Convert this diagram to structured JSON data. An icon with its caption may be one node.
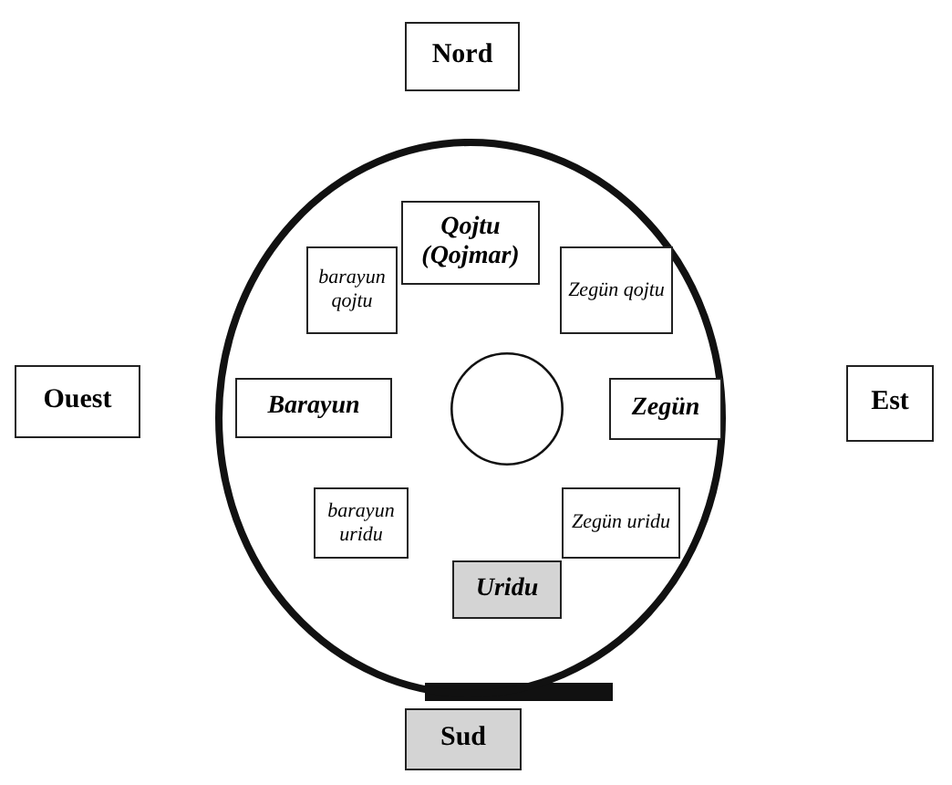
{
  "diagram": {
    "nodes": [
      {
        "text": [
          "Nord"
        ]
      },
      {
        "text": [],
        "shape": "circle"
      },
      {
        "text": [
          "Qojtu (Qojmar)"
        ],
        "in": 1
      },
      {
        "text": [
          "barayun qojtu"
        ],
        "in": 1
      },
      {
        "text": [
          "Zegün qojtu"
        ],
        "in": 1
      },
      {
        "text": [
          "Ouest"
        ]
      },
      {
        "text": [
          "Barayun"
        ],
        "in": 1
      },
      {
        "text": [],
        "shape": "circle",
        "in": 1
      },
      {
        "text": [
          "Zegün"
        ],
        "in": 1
      },
      {
        "text": [
          "Est"
        ]
      },
      {
        "text": [
          "barayun uridu"
        ],
        "in": 1
      },
      {
        "text": [
          "Zegün uridu"
        ],
        "in": 1
      },
      {
        "text": [
          "Uridu"
        ],
        "in": 1
      },
      {
        "text": [
          "Sud"
        ]
      }
    ]
  }
}
